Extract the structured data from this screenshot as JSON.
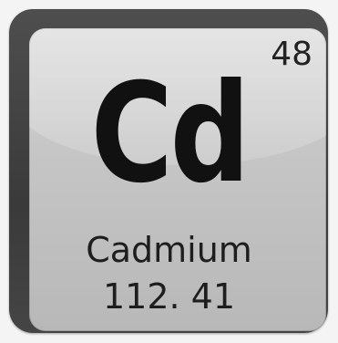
{
  "element": {
    "atomic_number": "48",
    "symbol": "Cd",
    "name": "Cadmium",
    "atomic_mass": "112. 41"
  },
  "colors": {
    "frame": "#444444",
    "face": "#c8c8c8",
    "text": "#111111"
  }
}
